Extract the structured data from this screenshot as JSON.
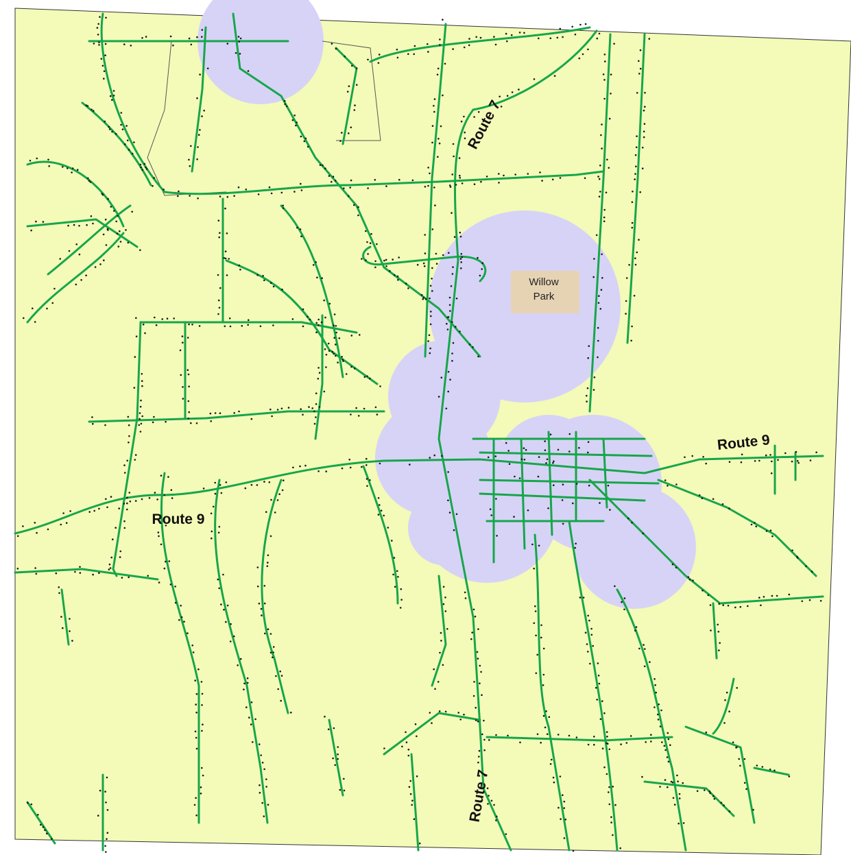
{
  "map": {
    "labels": {
      "route7_north": "Route 7",
      "route7_south": "Route 7",
      "route9_west": "Route 9",
      "route9_east": "Route 9"
    },
    "park": {
      "line1": "Willow",
      "line2": "Park"
    },
    "colors": {
      "land": "#f4fab8",
      "road": "#16a64a",
      "buffer": "#d7d3f6",
      "park": "#e6d3b4",
      "dots": "#1a1a1a",
      "boundary": "#555555"
    },
    "features": {
      "road_network": "roads",
      "service_buffers": "buffer-zones",
      "address_points": "address-points"
    }
  }
}
